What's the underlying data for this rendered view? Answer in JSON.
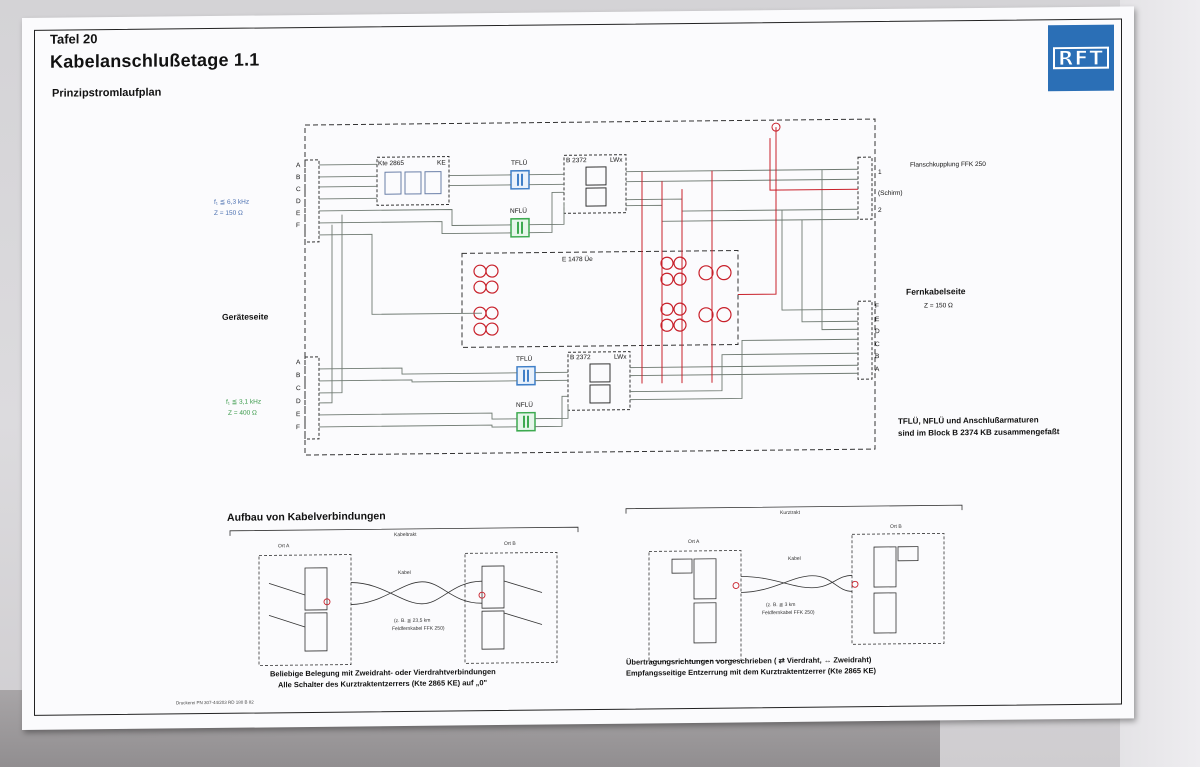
{
  "board": {
    "plate_number": "Tafel 20",
    "title": "Kabelanschlußetage 1.1",
    "subtitle": "Prinzipstromlaufplan",
    "logo_text": "RFT"
  },
  "main_diagram": {
    "left_side_label": "Geräteseite",
    "right_side_label": "Fernkabelseite",
    "right_side_impedance": "Z = 150 Ω",
    "upper_spec_freq": "f₁ ≦ 6,3 kHz",
    "upper_spec_impedance": "Z = 150 Ω",
    "lower_spec_freq": "f₁ ≦ 3,1 kHz",
    "lower_spec_impedance": "Z = 400 Ω",
    "left_terminal_letters": [
      "A",
      "B",
      "C",
      "D",
      "E",
      "F"
    ],
    "right_terminal_letters": [
      "F",
      "E",
      "D",
      "C",
      "B",
      "A"
    ],
    "kte_block_label": "Kte 2865",
    "kte_block_suffix": "KE",
    "tflu_label": "TFLÜ",
    "nflu_label": "NFLÜ",
    "b2372_label": "B 2372",
    "lwx_label": "LWx",
    "e1478_label": "E 1478 Üe",
    "flange_label": "Flanschkupplung FFK 250",
    "shield_label": "(Schirm)",
    "num_1": "1",
    "num_2": "2",
    "note_line1": "TFLÜ, NFLÜ und Anschlußarmaturen",
    "note_line2": "sind im Block B 2374 KB zusammengefaßt"
  },
  "lower_section": {
    "heading": "Aufbau von Kabelverbindungen",
    "left": {
      "bracket_label": "Kabeltrakt",
      "place_a": "Ort A",
      "place_b": "Ort B",
      "cable_label": "Kabel",
      "cable_note1": "(z. B. ≦ 23,5 km",
      "cable_note2": "Feldfernkabel FFK 250)",
      "caption_line1": "Beliebige Belegung mit Zweidraht- oder Vierdrahtverbindungen",
      "caption_line2": "Alle Schalter des Kurztraktentzerrers (Kte 2865 KE) auf „0\""
    },
    "right": {
      "bracket_label": "Kurztrakt",
      "place_a": "Ort A",
      "place_b": "Ort B",
      "cable_label": "Kabel",
      "cable_note1": "(z. B. ≦ 3 km",
      "cable_note2": "Feldfernkabel FFK 250)",
      "caption_line1": "Übertragungsrichtungen vorgeschrieben ( ⇄ Vierdraht, ↔ Zweidraht)",
      "caption_line2": "Empfangsseitige Entzerrung mit dem Kurztraktentzerrer (Kte 2865 KE)"
    }
  },
  "footer_imprint": "Druckerei PN 307-44/203 RD 180 B 82",
  "colors": {
    "logo_blue": "#2b6fb6",
    "wire_red": "#c8202a",
    "tflu_blue": "#3f7fc8",
    "nflu_green": "#3daa50",
    "wire_gray": "#6f7a72"
  }
}
